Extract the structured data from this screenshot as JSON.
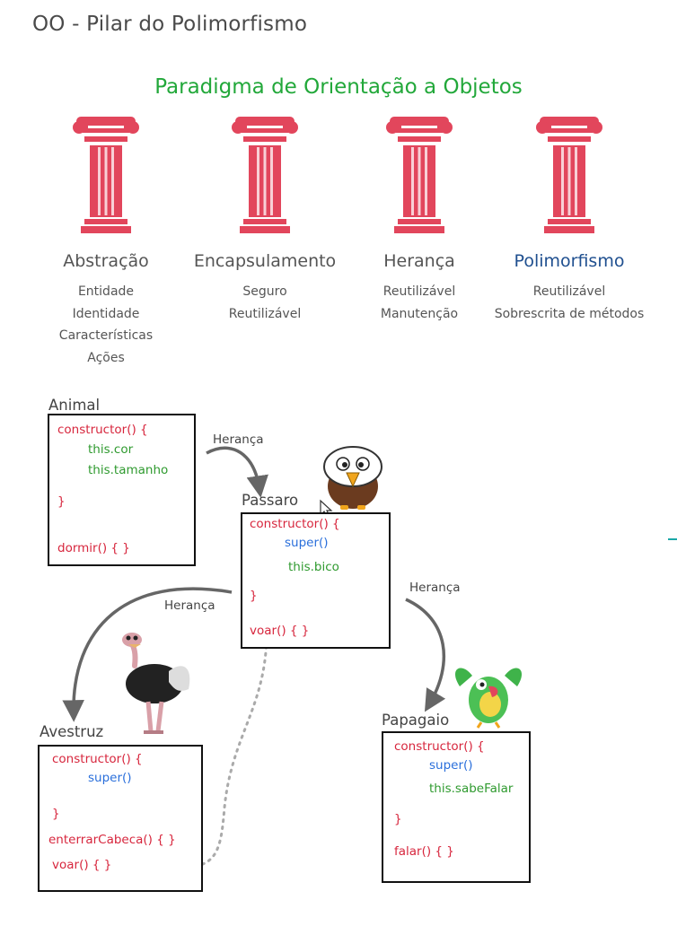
{
  "page_title": "OO - Pilar do Polimorfismo",
  "paradigm_title": "Paradigma de Orientação a Objetos",
  "colors": {
    "pillar": "#e2465c",
    "paradigm": "#22a83a",
    "highlight": "#1f4f8f",
    "code_red": "#d7263d",
    "code_blue": "#2a6fdb",
    "code_green": "#2f9a2f"
  },
  "pillars": [
    {
      "name": "Abstração",
      "desc": [
        "Entidade",
        "Identidade",
        "Características",
        "Ações"
      ]
    },
    {
      "name": "Encapsulamento",
      "desc": [
        "Seguro",
        "Reutilizável"
      ]
    },
    {
      "name": "Herança",
      "desc": [
        "Reutilizável",
        "Manutenção"
      ]
    },
    {
      "name": "Polimorfismo",
      "desc": [
        "Reutilizável",
        "Sobrescrita de métodos"
      ]
    }
  ],
  "arrow_label": "Herança",
  "classes": {
    "animal": {
      "name": "Animal",
      "lines": [
        "constructor() {",
        "this.cor",
        "this.tamanho",
        "}",
        "dormir() {  }"
      ]
    },
    "passaro": {
      "name": "Passaro",
      "lines": [
        "constructor() {",
        "super()",
        "this.bico",
        "}",
        "voar() {  }"
      ]
    },
    "avestruz": {
      "name": "Avestruz",
      "lines": [
        "constructor() {",
        "super()",
        "}",
        "enterrarCabeca() {  }",
        "voar() {  }"
      ]
    },
    "papagaio": {
      "name": "Papagaio",
      "lines": [
        "constructor() {",
        "super()",
        "this.sabeFalar",
        "}",
        "falar() {  }"
      ]
    }
  },
  "icons": [
    "pillar-icon",
    "eagle-icon",
    "ostrich-icon",
    "parrot-icon",
    "cursor-icon"
  ]
}
